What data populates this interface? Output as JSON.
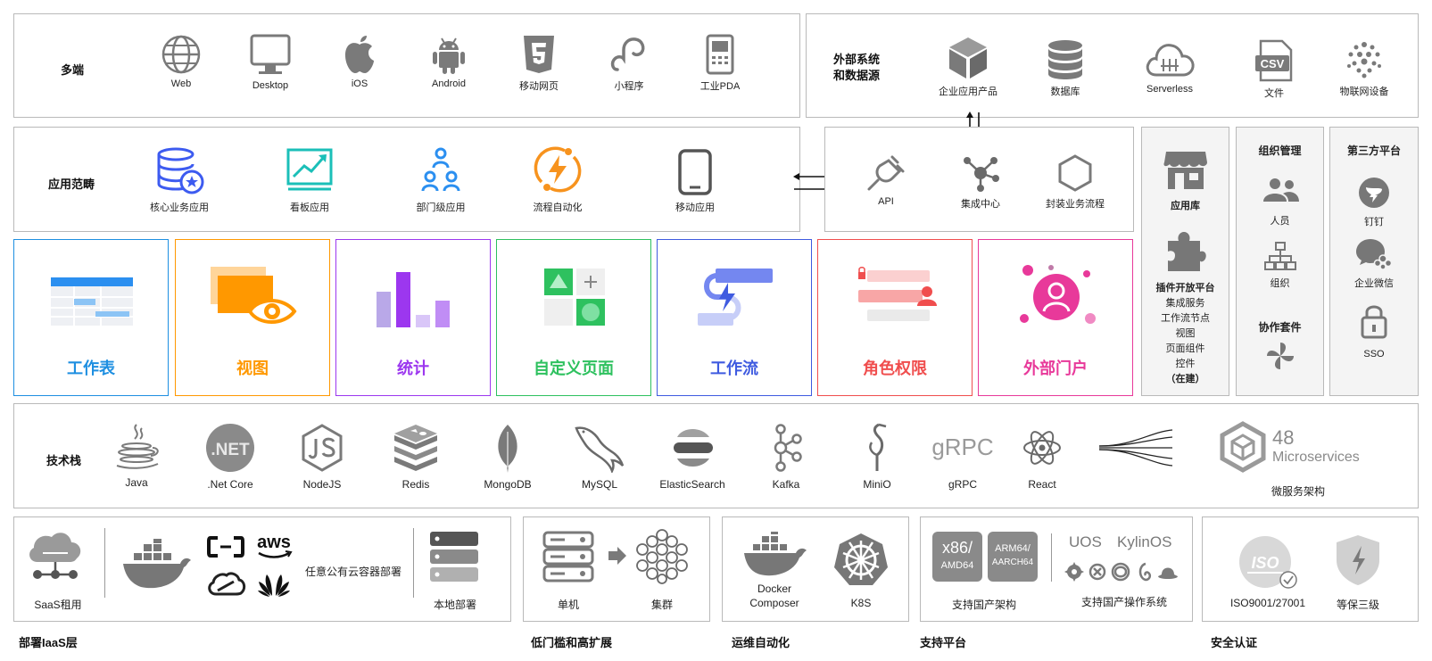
{
  "multi_end": {
    "label": "多端",
    "items": [
      "Web",
      "Desktop",
      "iOS",
      "Android",
      "移动网页",
      "小程序",
      "工业PDA"
    ]
  },
  "external": {
    "label_line1": "外部系统",
    "label_line2": "和数据源",
    "items": [
      "企业应用产品",
      "数据库",
      "Serverless",
      "文件",
      "物联网设备"
    ],
    "csv_text": "CSV"
  },
  "app_scope": {
    "label": "应用范畴",
    "items": [
      "核心业务应用",
      "看板应用",
      "部门级应用",
      "流程自动化",
      "移动应用"
    ]
  },
  "integration": {
    "items": [
      "API",
      "集成中心",
      "封装业务流程"
    ]
  },
  "modules": [
    {
      "name": "工作表",
      "color": "#1e8fe1"
    },
    {
      "name": "视图",
      "color": "#ff9800"
    },
    {
      "name": "统计",
      "color": "#9c37ef"
    },
    {
      "name": "自定义页面",
      "color": "#2ec15f"
    },
    {
      "name": "工作流",
      "color": "#3f5be0"
    },
    {
      "name": "角色权限",
      "color": "#f04e4e"
    },
    {
      "name": "外部门户",
      "color": "#e8399a"
    }
  ],
  "app_store": {
    "title": "应用库",
    "plugin_title": "插件开放平台",
    "plugin_items": [
      "集成服务",
      "工作流节点",
      "视图",
      "页面组件",
      "控件",
      "（在建）"
    ]
  },
  "org": {
    "title": "组织管理",
    "items": [
      "人员",
      "组织"
    ],
    "collab_title": "协作套件"
  },
  "third_party": {
    "title": "第三方平台",
    "items": [
      "钉钉",
      "企业微信",
      "SSO"
    ]
  },
  "tech_stack": {
    "label": "技术栈",
    "items": [
      "Java",
      ".Net Core",
      "NodeJS",
      "Redis",
      "MongoDB",
      "MySQL",
      "ElasticSearch",
      "Kafka",
      "MiniO",
      "gRPC",
      "React"
    ],
    "net_text": ".NET",
    "grpc_text": "gRPC",
    "micro_number": "48",
    "micro_word": "Microservices",
    "micro_caption": "微服务架构"
  },
  "deploy": {
    "saas": "SaaS租用",
    "public_cloud": "任意公有云容器部署",
    "aws_text": "aws",
    "local": "本地部署",
    "footer": "部署IaaS层"
  },
  "scale": {
    "single": "单机",
    "cluster": "集群",
    "footer": "低门槛和高扩展"
  },
  "ops": {
    "docker_line1": "Docker",
    "docker_line2": "Composer",
    "k8s": "K8S",
    "footer": "运维自动化"
  },
  "platform": {
    "chip1_line1": "x86/",
    "chip1_line2": "AMD64",
    "chip2_line1": "ARM64/",
    "chip2_line2": "AARCH64",
    "arch_caption": "支持国产架构",
    "os1": "UOS",
    "os2": "KylinOS",
    "os_caption": "支持国产操作系统",
    "footer": "支持平台"
  },
  "security": {
    "iso_text": "ISO",
    "iso_caption": "ISO9001/27001",
    "mlps_caption": "等保三级",
    "footer": "安全认证"
  }
}
